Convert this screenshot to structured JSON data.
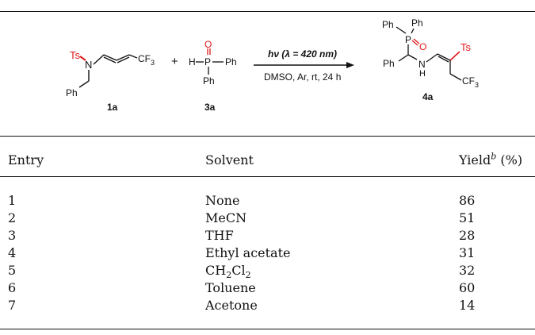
{
  "scheme": {
    "reagent1_ts": "Ts",
    "reagent1_n": "N",
    "reagent1_cf3": "CF",
    "reagent1_cf3_sub": "3",
    "reagent1_ph": "Ph",
    "plus": "+",
    "reagent2_h": "H",
    "reagent2_p": "P",
    "reagent2_o": "O",
    "reagent2_ph_right": "Ph",
    "reagent2_ph_bottom": "Ph",
    "arrow_condition_line1": "hν (λ = 420 nm)",
    "arrow_condition_line2": "DMSO, Ar, rt, 24 h",
    "product_ph1": "Ph",
    "product_ph2": "Ph",
    "product_p": "P",
    "product_o": "O",
    "product_ph3": "Ph",
    "product_nh_n": "N",
    "product_nh_h": "H",
    "product_ts": "Ts",
    "product_cf3": "CF",
    "product_cf3_sub": "3",
    "label_1a": "1a",
    "label_3a": "3a",
    "label_4a": "4a"
  },
  "table": {
    "headers": {
      "entry": "Entry",
      "solvent": "Solvent",
      "yield_label": "Yield",
      "yield_superscript": "b",
      "yield_unit": " (%)"
    },
    "rows": [
      {
        "entry": "1",
        "solvent": "None",
        "yield": "86"
      },
      {
        "entry": "2",
        "solvent": "MeCN",
        "yield": "51"
      },
      {
        "entry": "3",
        "solvent": "THF",
        "yield": "28"
      },
      {
        "entry": "4",
        "solvent": "Ethyl acetate",
        "yield": "31"
      },
      {
        "entry": "5",
        "solvent_main": "CH",
        "solvent_sub1": "2",
        "solvent_mid": "Cl",
        "solvent_sub2": "2",
        "yield": "32"
      },
      {
        "entry": "6",
        "solvent": "Toluene",
        "yield": "60"
      },
      {
        "entry": "7",
        "solvent": "Acetone",
        "yield": "14"
      }
    ]
  },
  "colors": {
    "ts_red": "#e0191b",
    "text": "#111111",
    "rule": "#111111"
  }
}
